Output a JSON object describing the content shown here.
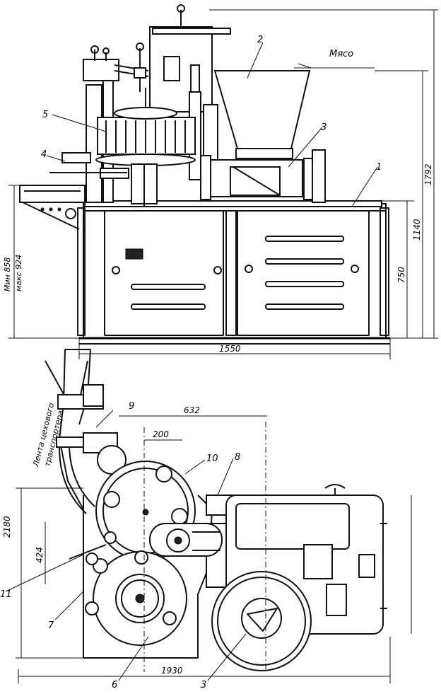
{
  "side_view": {
    "labels": {
      "n1": "1",
      "n2": "2",
      "n3": "3",
      "n4": "4",
      "n5": "5",
      "meat": "Мясо"
    },
    "dimensions": {
      "width": "1550",
      "height_750": "750",
      "height_1140": "1140",
      "height_1792": "1792",
      "min_height": "Мин 858",
      "max_height": "макс 924"
    }
  },
  "top_view": {
    "labels": {
      "n3": "3",
      "n6": "6",
      "n7": "7",
      "n8": "8",
      "n9": "9",
      "n10": "10",
      "n11": "11",
      "conveyor_1": "Лента цехового",
      "conveyor_2": "транспортера"
    },
    "dimensions": {
      "d632": "632",
      "d200": "200",
      "d2180": "2180",
      "d424": "424",
      "d1930": "1930"
    }
  }
}
